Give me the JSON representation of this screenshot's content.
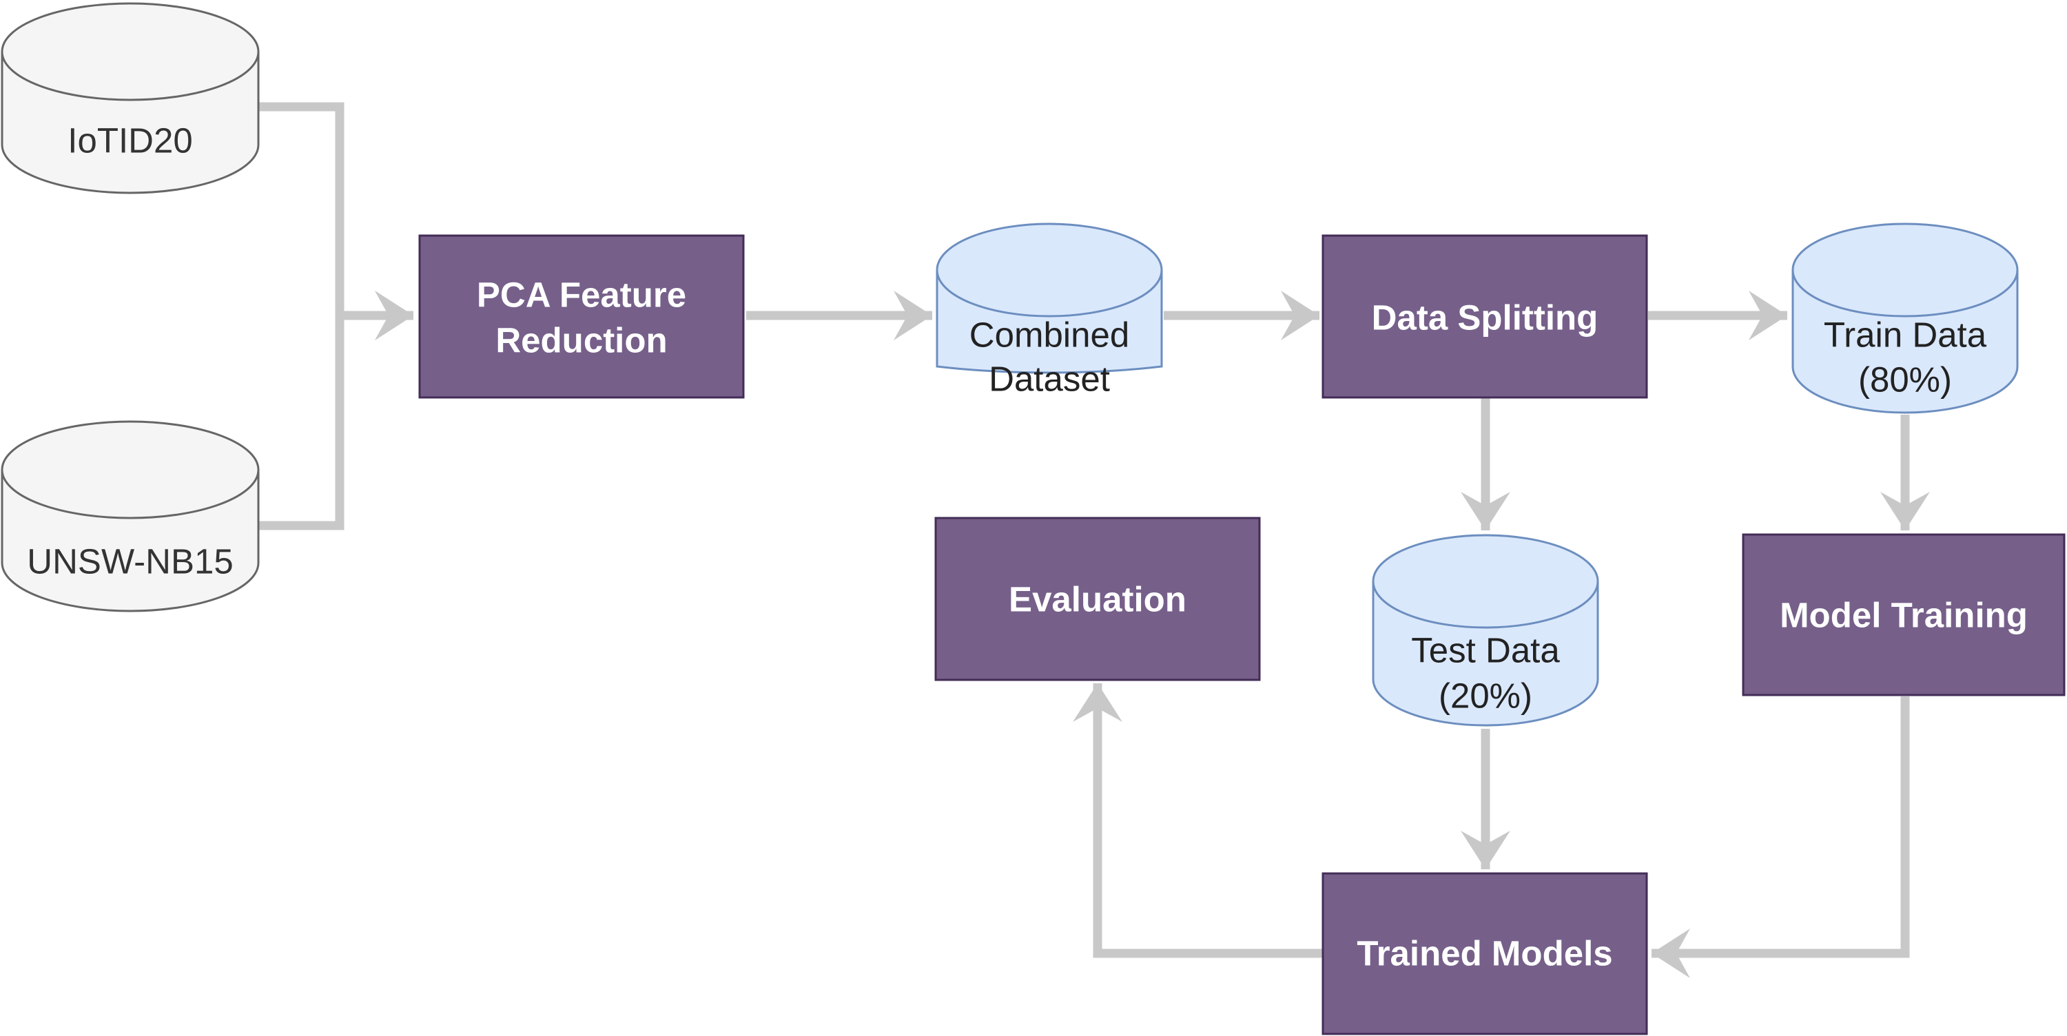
{
  "colors": {
    "process_fill": "#76608a",
    "process_stroke": "#432d57",
    "source_db_fill": "#f5f5f5",
    "source_db_stroke": "#666666",
    "data_db_fill": "#dae8fc",
    "data_db_stroke": "#6c8ebf",
    "connector": "#c8c8c8"
  },
  "nodes": {
    "iotid20": "IoTID20",
    "unsw_nb15": "UNSW-NB15",
    "pca": [
      "PCA Feature",
      "Reduction"
    ],
    "combined": [
      "Combined",
      "Dataset"
    ],
    "splitting": "Data Splitting",
    "train_data": [
      "Train Data",
      "(80%)"
    ],
    "test_data": [
      "Test Data",
      "(20%)"
    ],
    "model_training": "Model Training",
    "trained_models": "Trained Models",
    "evaluation": "Evaluation"
  }
}
